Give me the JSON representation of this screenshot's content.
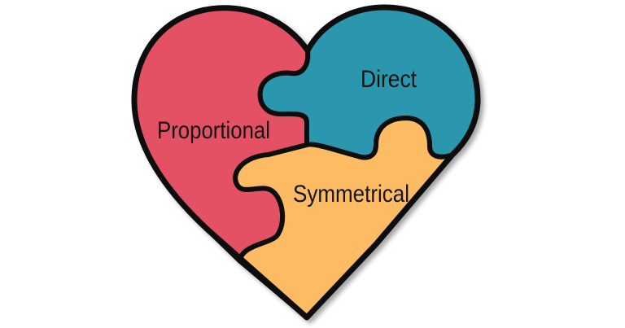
{
  "diagram": {
    "title": "",
    "shape": "heart",
    "background": "#ffffff",
    "outline_color": "#111111",
    "pieces": [
      {
        "id": "proportional",
        "label": "Proportional",
        "color": "#e45165"
      },
      {
        "id": "direct",
        "label": "Direct",
        "color": "#2a97ae"
      },
      {
        "id": "symmetrical",
        "label": "Symmetrical",
        "color": "#fdbb63"
      }
    ]
  }
}
